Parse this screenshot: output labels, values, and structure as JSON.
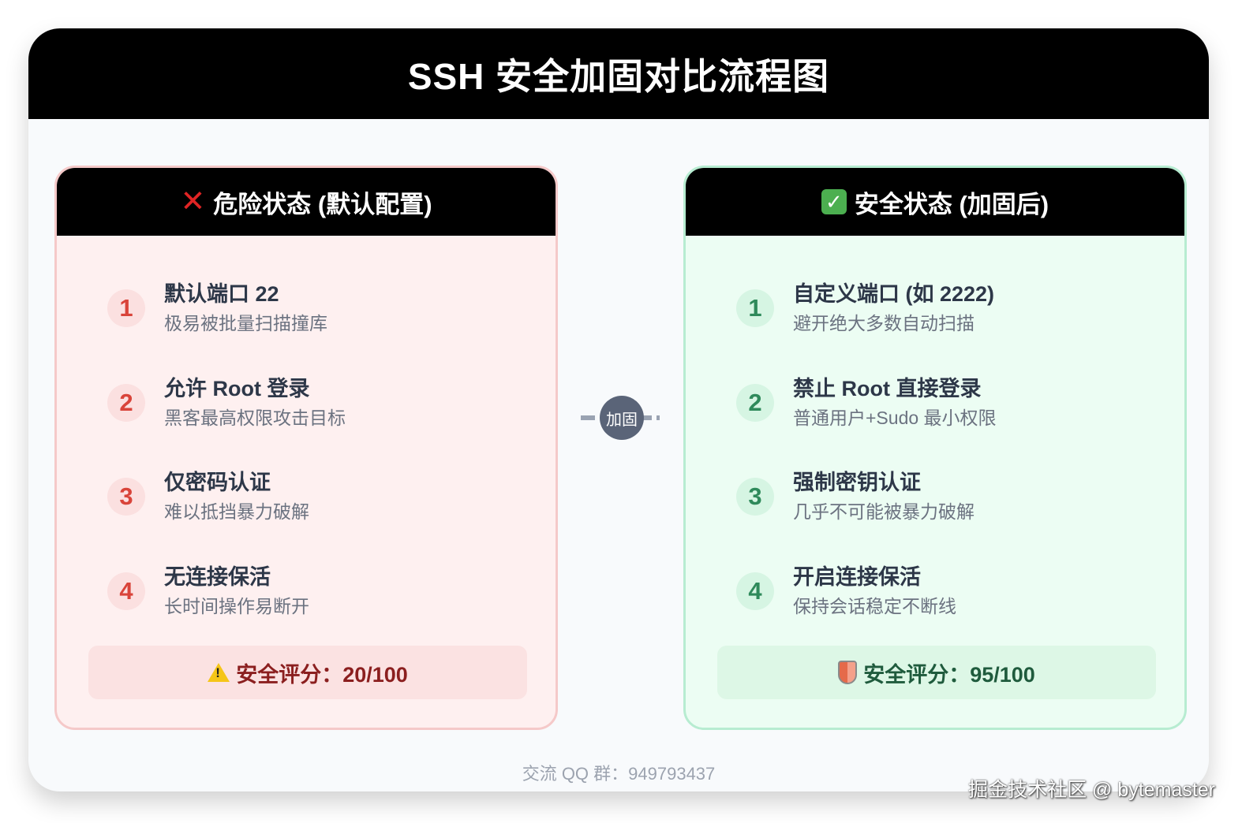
{
  "title": "SSH 安全加固对比流程图",
  "connector_label": "加固",
  "danger": {
    "header_icon": "cross-mark-icon",
    "header": "危险状态 (默认配置)",
    "accent_color": "#d9443a",
    "steps": [
      {
        "num": "1",
        "title": "默认端口 22",
        "desc": "极易被批量扫描撞库"
      },
      {
        "num": "2",
        "title": "允许 Root 登录",
        "desc": "黑客最高权限攻击目标"
      },
      {
        "num": "3",
        "title": "仅密码认证",
        "desc": "难以抵挡暴力破解"
      },
      {
        "num": "4",
        "title": "无连接保活",
        "desc": "长时间操作易断开"
      }
    ],
    "score_icon": "warning-icon",
    "score": "安全评分：20/100"
  },
  "safe": {
    "header_icon": "check-mark-icon",
    "header": "安全状态 (加固后)",
    "accent_color": "#2f8a5b",
    "steps": [
      {
        "num": "1",
        "title": "自定义端口 (如 2222)",
        "desc": "避开绝大多数自动扫描"
      },
      {
        "num": "2",
        "title": "禁止 Root 直接登录",
        "desc": "普通用户+Sudo 最小权限"
      },
      {
        "num": "3",
        "title": "强制密钥认证",
        "desc": "几乎不可能被暴力破解"
      },
      {
        "num": "4",
        "title": "开启连接保活",
        "desc": "保持会话稳定不断线"
      }
    ],
    "score_icon": "shield-icon",
    "score": "安全评分：95/100"
  },
  "footer": "交流 QQ 群：949793437",
  "watermark": "掘金技术社区 @ bytemaster"
}
